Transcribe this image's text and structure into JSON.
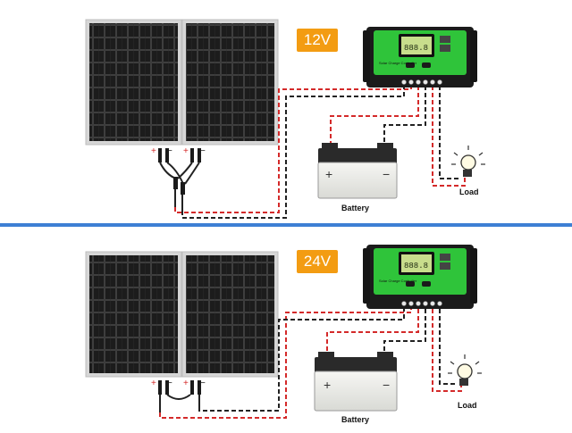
{
  "systems": [
    {
      "voltage_label": "12V",
      "battery_label": "Battery",
      "load_label": "Load",
      "controller_text": "Solar Charge Controller",
      "lcd_text": "888.8"
    },
    {
      "voltage_label": "24V",
      "battery_label": "Battery",
      "load_label": "Load",
      "controller_text": "Solar Charge Controller",
      "lcd_text": "888.8"
    }
  ],
  "colors": {
    "divider": "#3d7fd4",
    "badge": "#f39c12",
    "controller_green": "#2fc43a",
    "controller_body": "#1b1b1b",
    "positive_wire": "#d42a2a",
    "negative_wire": "#222222",
    "battery_body": "#e9eae6",
    "battery_top": "#2a2a2a"
  },
  "icons": [
    "solar-panel",
    "mc4-connector",
    "charge-controller",
    "battery",
    "light-bulb"
  ]
}
